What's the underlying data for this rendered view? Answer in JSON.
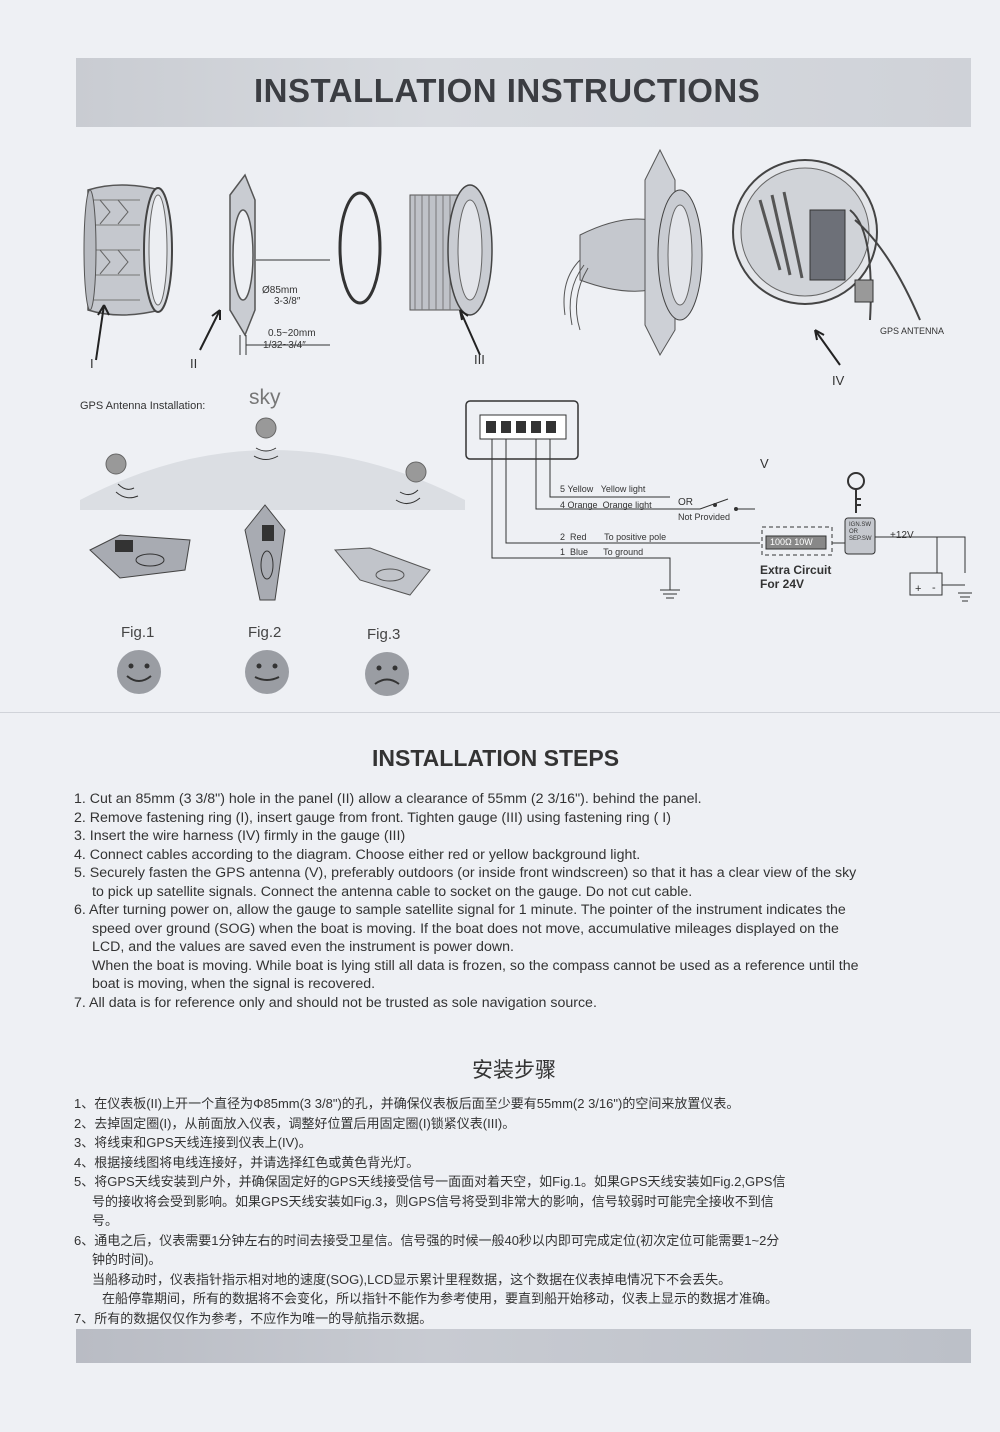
{
  "header": {
    "title": "INSTALLATION INSTRUCTIONS"
  },
  "parts": {
    "diameter_mm": "Ø85mm",
    "diameter_in": "3-3/8″",
    "thickness_mm": "0.5~20mm",
    "thickness_in": "1/32~3/4″",
    "gps_antenna": "GPS ANTENNA",
    "labels": [
      "I",
      "II",
      "III",
      "IV"
    ]
  },
  "gps": {
    "title": "GPS  Antenna Installation:",
    "sky": "sky",
    "figs": [
      "Fig.1",
      "Fig.2",
      "Fig.3"
    ]
  },
  "wiring": {
    "v_label": "V",
    "wires": [
      {
        "num": "5",
        "color": "Yellow",
        "desc": "Yellow light"
      },
      {
        "num": "4",
        "color": "Orange",
        "desc": "Orange light"
      },
      {
        "num": "2",
        "color": "Red",
        "desc": "To positive pole"
      },
      {
        "num": "1",
        "color": "Blue",
        "desc": "To ground"
      }
    ],
    "or_label": "OR",
    "not_provided": "Not Provided",
    "resistor": "100Ω 10W",
    "extra_circuit": "Extra Circuit",
    "for_24v": "For 24V",
    "ign": [
      "IGN.SW",
      "OR",
      "SEP.SW"
    ],
    "plus12v": "+12V",
    "battery_plus": "+",
    "battery_minus": "-"
  },
  "steps": {
    "title": "INSTALLATION STEPS",
    "lines": [
      "1. Cut an 85mm (3 3/8\") hole in the panel (II) allow a clearance of 55mm (2 3/16\"). behind the panel.",
      "2. Remove fastening ring (I), insert gauge from front. Tighten gauge (III) using fastening ring ( I)",
      "3. Insert the wire harness (IV) firmly in the gauge (III)",
      "4. Connect cables according to the diagram. Choose either red or yellow background light.",
      "5. Securely fasten the GPS antenna (V), preferably outdoors (or inside front windscreen) so that it has a clear view of the sky",
      "to pick up satellite signals. Connect the antenna cable to socket on the gauge. Do not cut cable.",
      "6. After turning power on, allow the gauge to sample satellite signal for 1 minute. The pointer of the instrument indicates the",
      "speed over ground (SOG) when the boat is moving. If the boat does not move, accumulative mileages displayed on the",
      "LCD, and the values are saved even the instrument is power down.",
      "When the boat is moving. While boat is lying still all data is frozen, so the compass cannot be used as a reference until the",
      "boat is moving, when the signal is recovered.",
      "7. All data is for reference only and should not be trusted as sole navigation source."
    ]
  },
  "steps_zh": {
    "title": "安装步骤",
    "lines": [
      "1、在仪表板(II)上开一个直径为Φ85mm(3  3/8\")的孔，并确保仪表板后面至少要有55mm(2  3/16\")的空间来放置仪表。",
      "2、去掉固定圈(I)，从前面放入仪表，调整好位置后用固定圈(I)锁紧仪表(III)。",
      "3、将线束和GPS天线连接到仪表上(IV)。",
      "4、根据接线图将电线连接好，并请选择红色或黄色背光灯。",
      "5、将GPS天线安装到户外，并确保固定好的GPS天线接受信号一面面对着天空，如Fig.1。如果GPS天线安装如Fig.2,GPS信",
      "号的接收将会受到影响。如果GPS天线安装如Fig.3，则GPS信号将受到非常大的影响，信号较弱时可能完全接收不到信",
      "号。",
      "6、通电之后，仪表需要1分钟左右的时间去接受卫星信。信号强的时候一般40秒以内即可完成定位(初次定位可能需要1~2分",
      "钟的时间)。",
      "当船移动时，仪表指针指示相对地的速度(SOG),LCD显示累计里程数据，这个数据在仪表掉电情况下不会丢失。",
      "在船停靠期间，所有的数据将不会变化，所以指针不能作为参考使用，要直到船开始移动，仪表上显示的数据才准确。",
      "7、所有的数据仅仅作为参考，不应作为唯一的导航指示数据。"
    ]
  }
}
